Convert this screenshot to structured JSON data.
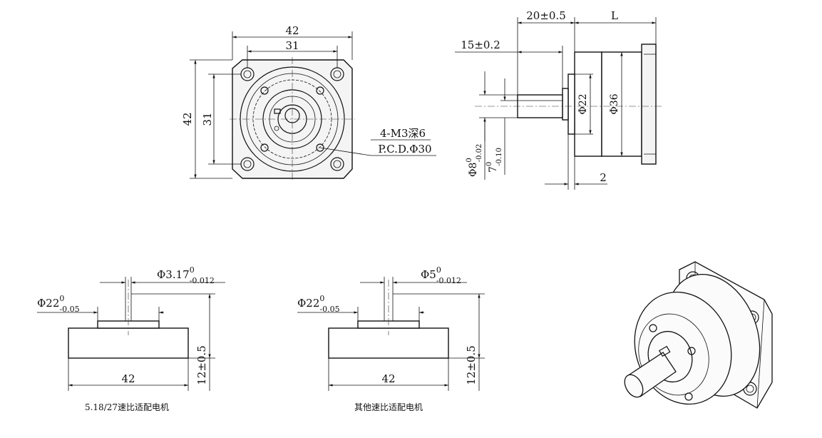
{
  "front_view": {
    "dim_outer_width": "42",
    "dim_bolt_width": "31",
    "dim_outer_height": "42",
    "dim_bolt_height": "31",
    "note_thread": "4-M3深6",
    "note_pcd": "P.C.D.Φ30"
  },
  "side_view": {
    "dim_shaft_length": "20±0.5",
    "dim_body_length": "L",
    "dim_key_length": "15±0.2",
    "dim_shaft_diameter_base": "Φ8",
    "dim_shaft_diameter_tol_upper": "0",
    "dim_shaft_diameter_tol_lower": "-0.02",
    "dim_key_height_base": "7",
    "dim_key_height_tol_upper": "0",
    "dim_key_height_tol_lower": "-0.10",
    "dim_pilot_diameter": "Φ22",
    "dim_body_diameter": "Φ36",
    "dim_pilot_depth": "2"
  },
  "adapter_518": {
    "dim_bore_base": "Φ3.17",
    "dim_bore_tol_upper": "0",
    "dim_bore_tol_lower": "-0.012",
    "dim_spigot_base": "Φ22",
    "dim_spigot_tol_upper": "0",
    "dim_spigot_tol_lower": "-0.05",
    "dim_width": "42",
    "dim_height": "12±0.5",
    "caption": "5.18/27速比适配电机"
  },
  "adapter_other": {
    "dim_bore_base": "Φ5",
    "dim_bore_tol_upper": "0",
    "dim_bore_tol_lower": "-0.012",
    "dim_spigot_base": "Φ22",
    "dim_spigot_tol_upper": "0",
    "dim_spigot_tol_lower": "-0.05",
    "dim_width": "42",
    "dim_height": "12±0.5",
    "caption": "其他速比适配电机"
  }
}
